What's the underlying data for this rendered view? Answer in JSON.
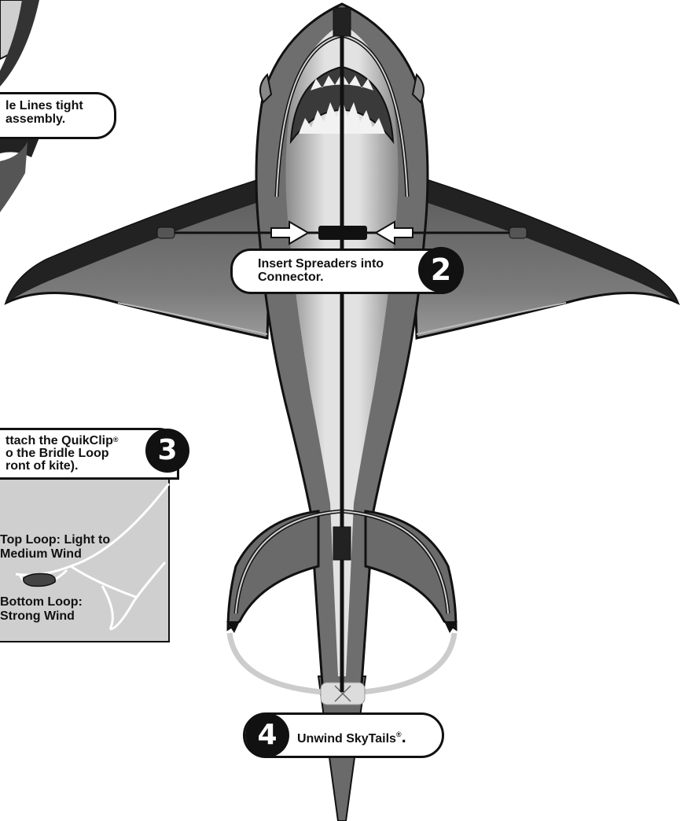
{
  "callout_1": {
    "line1": "le Lines tight",
    "line2": "assembly."
  },
  "callout_2": {
    "number": "2",
    "line1": "Insert Spreaders into",
    "line2": "Connector."
  },
  "callout_3": {
    "number": "3",
    "line1": "ttach the QuikClip",
    "line1_mark": "®",
    "line2": "o the  Bridle Loop",
    "line3": "ront of kite).",
    "top_loop_line1": "Top Loop: Light to",
    "top_loop_line2": "Medium Wind",
    "bottom_loop_line1": "Bottom Loop:",
    "bottom_loop_line2": "Strong Wind"
  },
  "callout_4": {
    "number": "4",
    "text": "Unwind SkyTails",
    "mark": "®",
    "suffix": "."
  },
  "colors": {
    "outline": "#111111",
    "shark_body": "#6e6e6e",
    "belly": "#d8d8d8",
    "panel": "#cfcfcf",
    "loop": "#cccccc"
  }
}
